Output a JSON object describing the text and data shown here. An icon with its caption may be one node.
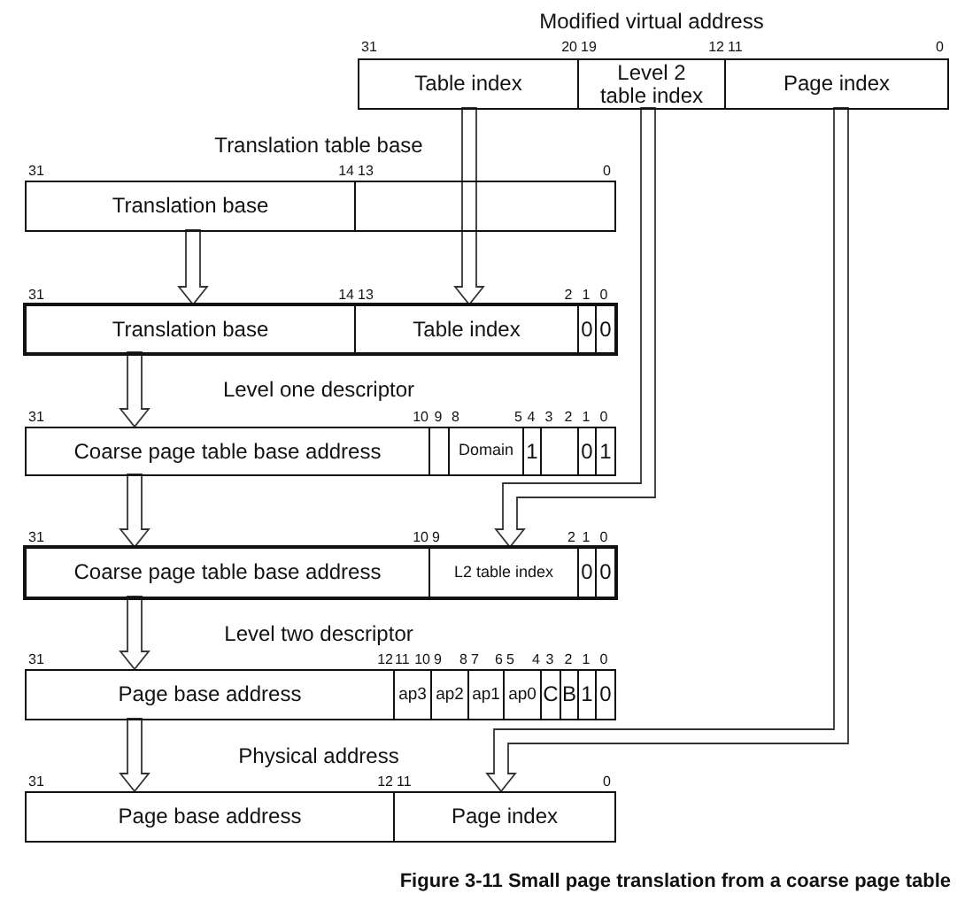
{
  "diagram": {
    "caption": "Figure 3-11 Small page translation from a coarse page table",
    "nodes": [
      {
        "text": [
          "Modified virtual address"
        ]
      },
      {
        "text": [
          "Table index"
        ],
        "in": 0
      },
      {
        "text": [
          "Level 2 table index"
        ],
        "in": 0
      },
      {
        "text": [
          "Page index"
        ],
        "in": 0
      },
      {
        "text": [
          "Translation table base"
        ]
      },
      {
        "text": [
          "Translation base"
        ],
        "in": 4
      },
      {
        "text": [],
        "shape": "box",
        "in": 4
      },
      {
        "text": [],
        "shape": "box"
      },
      {
        "text": [
          "Translation base"
        ],
        "in": 7
      },
      {
        "text": [
          "Table index"
        ],
        "in": 7
      },
      {
        "text": [
          "0"
        ],
        "in": 7
      },
      {
        "text": [
          "0"
        ],
        "in": 7
      },
      {
        "text": [
          "Level one descriptor"
        ]
      },
      {
        "text": [
          "Coarse page table base address"
        ],
        "in": 12
      },
      {
        "text": [],
        "shape": "box",
        "in": 12
      },
      {
        "text": [
          "Domain"
        ],
        "in": 12
      },
      {
        "text": [
          "1"
        ],
        "in": 12
      },
      {
        "text": [],
        "shape": "box",
        "in": 12
      },
      {
        "text": [
          "0"
        ],
        "in": 12
      },
      {
        "text": [
          "1"
        ],
        "in": 12
      },
      {
        "text": [],
        "shape": "box"
      },
      {
        "text": [
          "Coarse page table base address"
        ],
        "in": 20
      },
      {
        "text": [
          "L2 table index"
        ],
        "in": 20
      },
      {
        "text": [
          "0"
        ],
        "in": 20
      },
      {
        "text": [
          "0"
        ],
        "in": 20
      },
      {
        "text": [
          "Level two descriptor"
        ]
      },
      {
        "text": [
          "Page base address"
        ],
        "in": 25
      },
      {
        "text": [
          "ap3"
        ],
        "in": 25
      },
      {
        "text": [
          "ap2"
        ],
        "in": 25
      },
      {
        "text": [
          "ap1"
        ],
        "in": 25
      },
      {
        "text": [
          "ap0"
        ],
        "in": 25
      },
      {
        "text": [
          "C"
        ],
        "in": 25
      },
      {
        "text": [
          "B"
        ],
        "in": 25
      },
      {
        "text": [
          "1"
        ],
        "in": 25
      },
      {
        "text": [
          "0"
        ],
        "in": 25
      },
      {
        "text": [
          "Physical address"
        ]
      },
      {
        "text": [
          "Page base address"
        ],
        "in": 35
      },
      {
        "text": [
          "Page index"
        ],
        "in": 35
      }
    ],
    "edges": [
      {
        "from": 1,
        "to": 9,
        "arrow": "to"
      },
      {
        "from": 5,
        "to": 8,
        "arrow": "to"
      },
      {
        "from": 8,
        "to": 13,
        "arrow": "to"
      },
      {
        "from": 13,
        "to": 21,
        "arrow": "to"
      },
      {
        "from": 2,
        "to": 22,
        "arrow": "to"
      },
      {
        "from": 21,
        "to": 26,
        "arrow": "to"
      },
      {
        "from": 26,
        "to": 36,
        "arrow": "to"
      },
      {
        "from": 3,
        "to": 37,
        "arrow": "to"
      }
    ],
    "labels": [
      "31",
      "20",
      "19",
      "12",
      "11",
      "0",
      "31",
      "14",
      "13",
      "0",
      "31",
      "14",
      "13",
      "2",
      "1",
      "0",
      "31",
      "10",
      "9",
      "8",
      "5",
      "4",
      "3",
      "2",
      "1",
      "0",
      "31",
      "10",
      "9",
      "2",
      "1",
      "0",
      "31",
      "12",
      "11",
      "10",
      "9",
      "8",
      "7",
      "6",
      "5",
      "4",
      "3",
      "2",
      "1",
      "0",
      "31",
      "12",
      "11",
      "0"
    ]
  }
}
